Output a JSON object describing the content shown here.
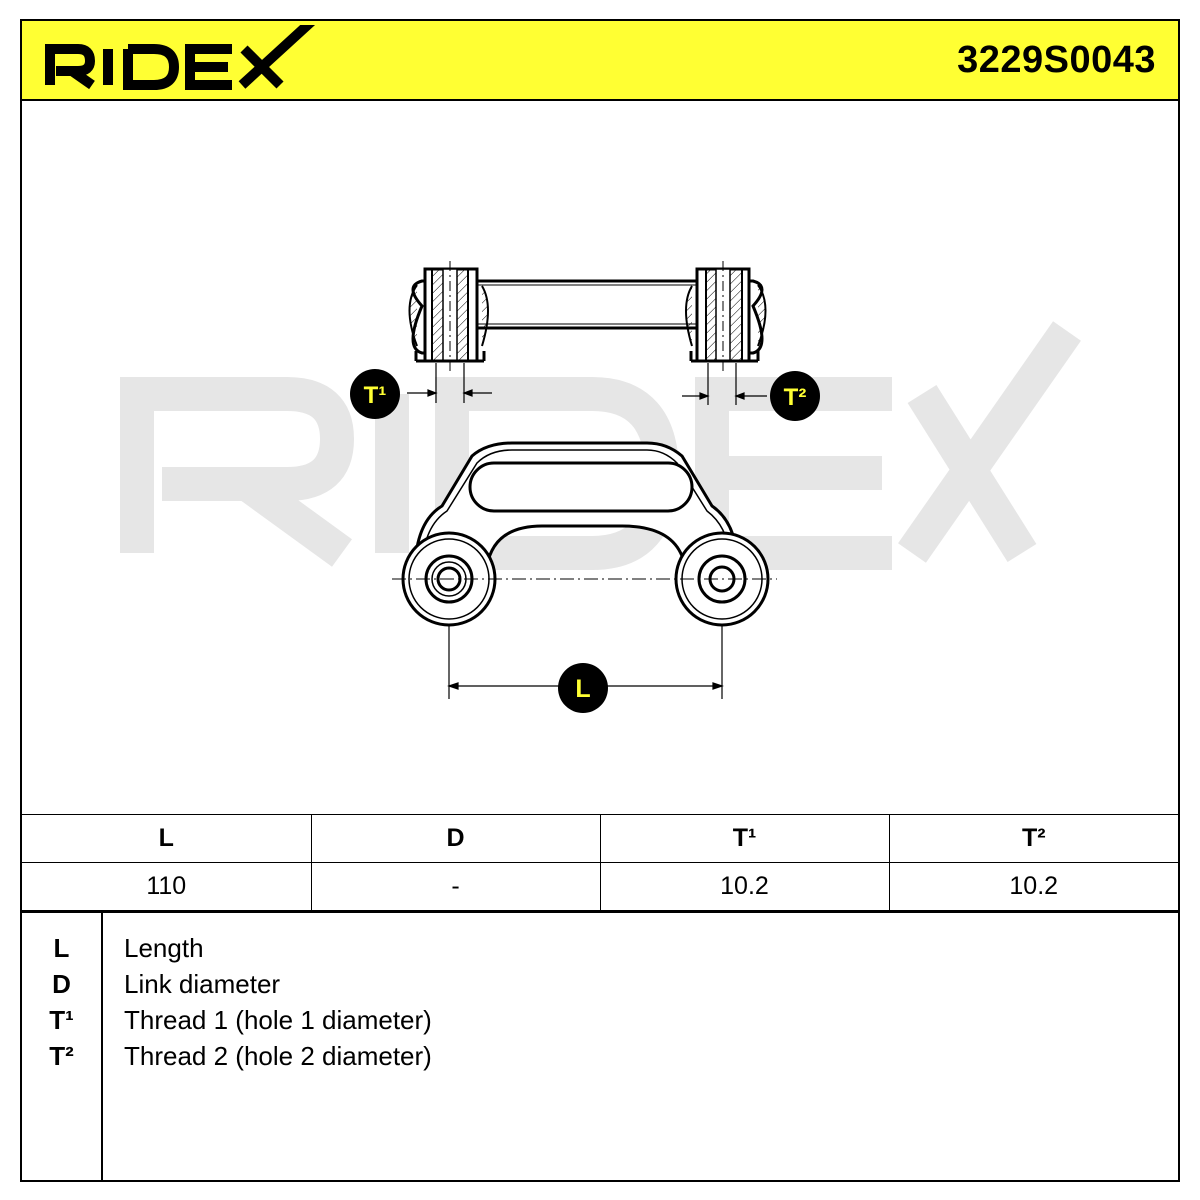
{
  "header": {
    "brand": "RIDEX",
    "brand_color": "#ffff33",
    "part_number": "3229S0043"
  },
  "drawing": {
    "watermark": "RIDEX",
    "labels": {
      "t1": "T¹",
      "t2": "T²",
      "l": "L"
    }
  },
  "specs": {
    "headers": [
      "L",
      "D",
      "T¹",
      "T²"
    ],
    "values": [
      "110",
      "-",
      "10.2",
      "10.2"
    ]
  },
  "legend": [
    {
      "key": "L",
      "desc": "Length"
    },
    {
      "key": "D",
      "desc": "Link diameter"
    },
    {
      "key": "T¹",
      "desc": "Thread 1 (hole 1 diameter)"
    },
    {
      "key": "T²",
      "desc": "Thread 2 (hole 2 diameter)"
    }
  ]
}
